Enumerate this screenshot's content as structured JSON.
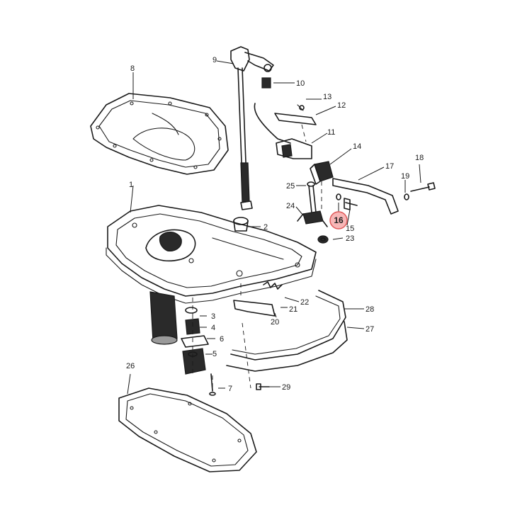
{
  "diagram": {
    "callouts": [
      {
        "id": "c1",
        "label": "1"
      },
      {
        "id": "c2",
        "label": "2"
      },
      {
        "id": "c3",
        "label": "3"
      },
      {
        "id": "c4",
        "label": "4"
      },
      {
        "id": "c5",
        "label": "5"
      },
      {
        "id": "c6",
        "label": "6"
      },
      {
        "id": "c7",
        "label": "7"
      },
      {
        "id": "c8",
        "label": "8"
      },
      {
        "id": "c9",
        "label": "9"
      },
      {
        "id": "c10",
        "label": "10"
      },
      {
        "id": "c11",
        "label": "11"
      },
      {
        "id": "c12",
        "label": "12"
      },
      {
        "id": "c13",
        "label": "13"
      },
      {
        "id": "c14",
        "label": "14"
      },
      {
        "id": "c15",
        "label": "15"
      },
      {
        "id": "c16",
        "label": "16"
      },
      {
        "id": "c17",
        "label": "17"
      },
      {
        "id": "c18",
        "label": "18"
      },
      {
        "id": "c19",
        "label": "19"
      },
      {
        "id": "c20",
        "label": "20"
      },
      {
        "id": "c21",
        "label": "21"
      },
      {
        "id": "c22",
        "label": "22"
      },
      {
        "id": "c23",
        "label": "23"
      },
      {
        "id": "c24",
        "label": "24"
      },
      {
        "id": "c25",
        "label": "25"
      },
      {
        "id": "c26",
        "label": "26"
      },
      {
        "id": "c27",
        "label": "27"
      },
      {
        "id": "c28",
        "label": "28"
      },
      {
        "id": "c29",
        "label": "29"
      }
    ],
    "highlighted_callout": "16",
    "highlight_color": "#f7b7b7",
    "highlight_border_color": "#e05a5a"
  }
}
